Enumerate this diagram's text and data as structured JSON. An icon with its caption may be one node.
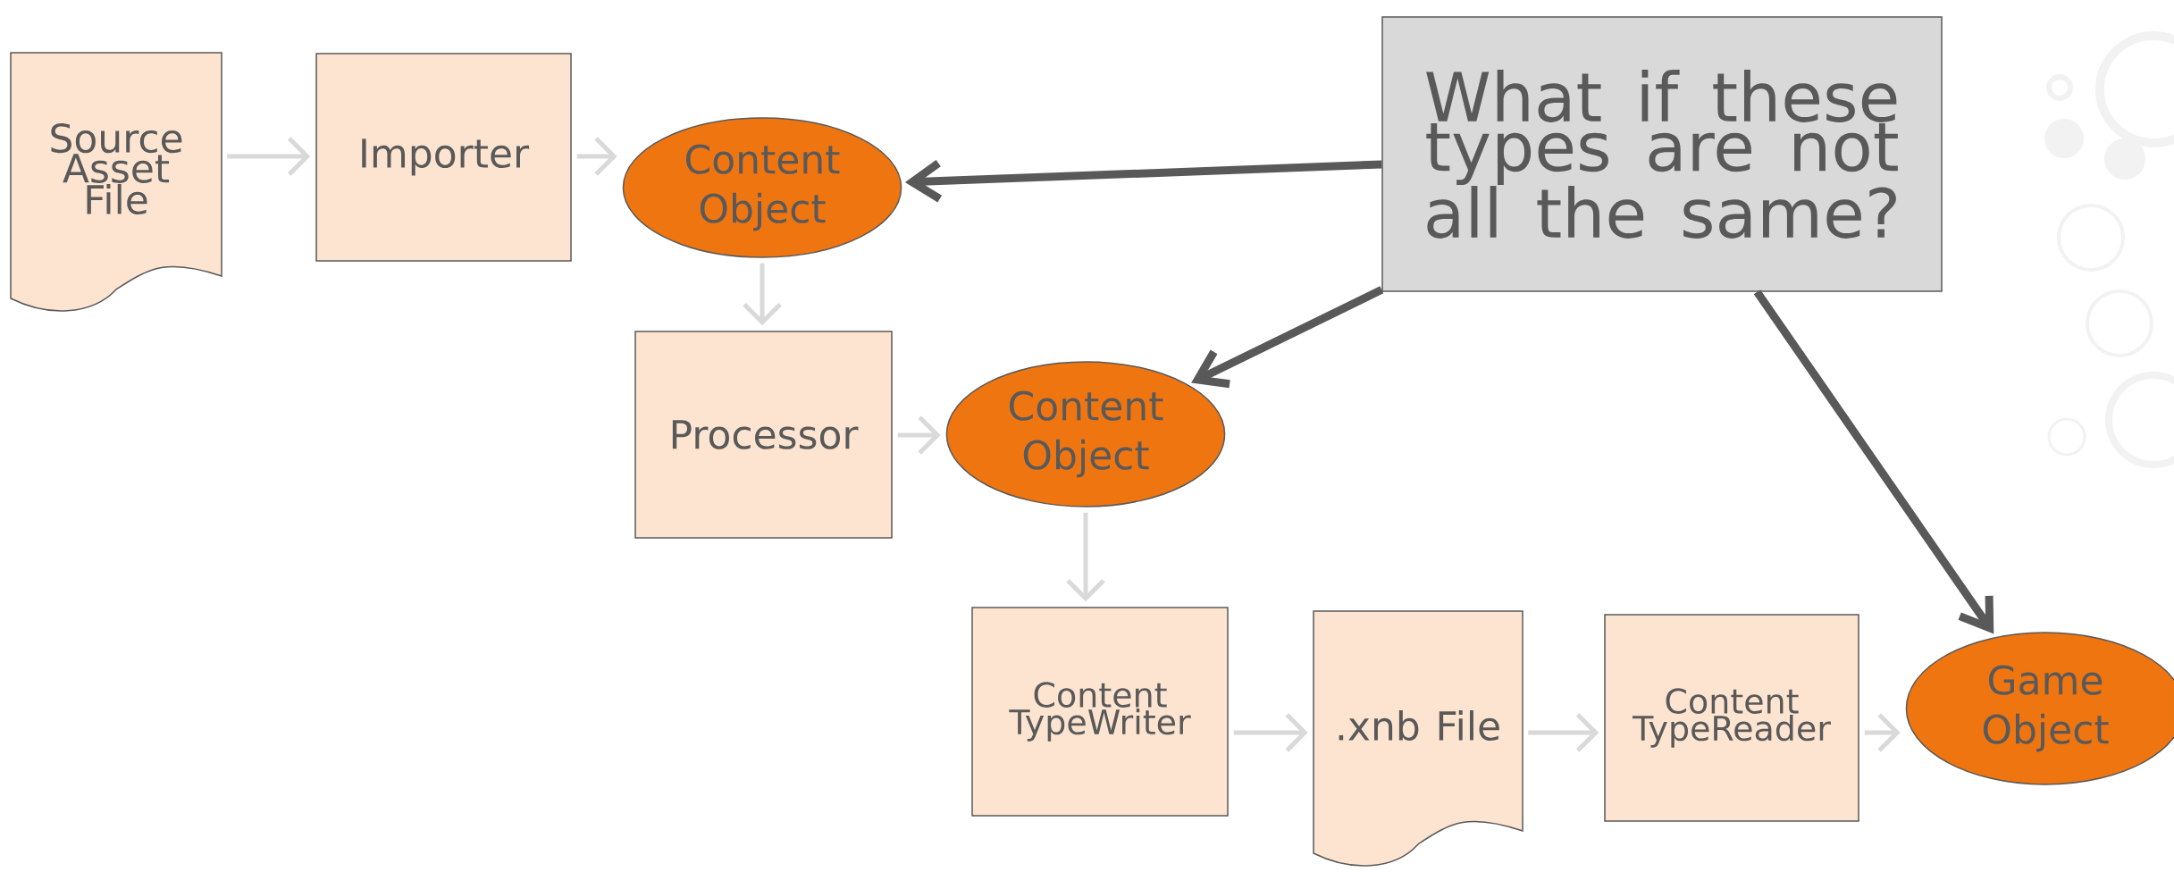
{
  "diagram": {
    "nodes": [
      {
        "text": [
          "Source Asset File"
        ]
      },
      {
        "text": [
          "Importer"
        ]
      },
      {
        "text": [
          "Content Object"
        ]
      },
      {
        "text": [
          "What if these types are not all the same?"
        ]
      },
      {
        "text": [
          "Processor"
        ]
      },
      {
        "text": [
          "Content Object"
        ]
      },
      {
        "text": [
          "Content TypeWriter"
        ]
      },
      {
        "text": [
          ".xnb File"
        ]
      },
      {
        "text": [
          "Content TypeReader"
        ]
      },
      {
        "text": [
          "Game Object"
        ]
      }
    ],
    "edges": [
      {
        "from": 0,
        "to": 1,
        "arrow": "to"
      },
      {
        "from": 1,
        "to": 2,
        "arrow": "to"
      },
      {
        "from": 2,
        "to": 4,
        "arrow": "to"
      },
      {
        "from": 4,
        "to": 5,
        "arrow": "to"
      },
      {
        "from": 5,
        "to": 6,
        "arrow": "to"
      },
      {
        "from": 6,
        "to": 7,
        "arrow": "to"
      },
      {
        "from": 7,
        "to": 8,
        "arrow": "to"
      },
      {
        "from": 8,
        "to": 9,
        "arrow": "to"
      },
      {
        "from": 3,
        "to": 2,
        "arrow": "to",
        "style": "thick",
        "color": "#595959"
      },
      {
        "from": 3,
        "to": 5,
        "arrow": "to",
        "style": "thick",
        "color": "#595959"
      },
      {
        "from": 3,
        "to": 9,
        "arrow": "to",
        "style": "thick",
        "color": "#595959"
      }
    ]
  }
}
